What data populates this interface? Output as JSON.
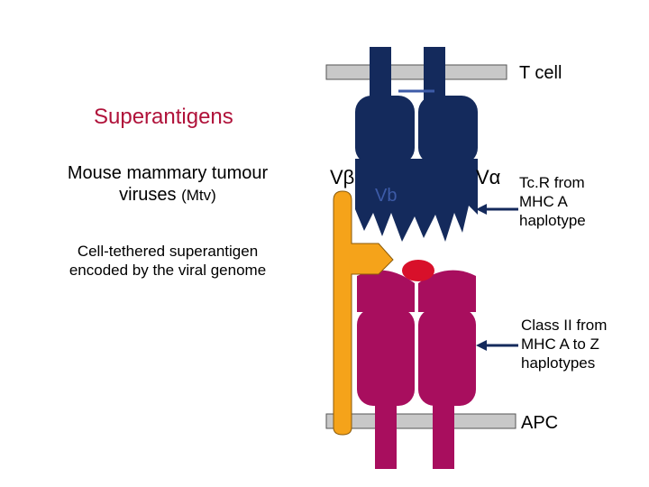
{
  "labels": {
    "title": "Superantigens",
    "mtv_line1": "Mouse mammary tumour",
    "mtv_line2_main": "viruses",
    "mtv_line2_small": "(Mtv)",
    "tethered_line1": "Cell-tethered superantigen",
    "tethered_line2": "encoded by the viral genome",
    "t_cell": "T cell",
    "v_beta": "Vβ",
    "vb_inner": "Vb",
    "v_alpha": "Vα",
    "tcr_line1": "Tc.R from",
    "tcr_line2": "MHC A",
    "tcr_line3": "haplotype",
    "class2_line1": "Class II from",
    "class2_line2": "MHC A to Z",
    "class2_line3": "haplotypes",
    "apc": "APC"
  },
  "colors": {
    "tcr_navy": "#142a5c",
    "mhc_magenta": "#a80e5e",
    "superantigen_orange": "#f5a31a",
    "peptide_red": "#d8102a",
    "membrane_gray": "#c8c8c8",
    "title_red": "#b0123a"
  }
}
